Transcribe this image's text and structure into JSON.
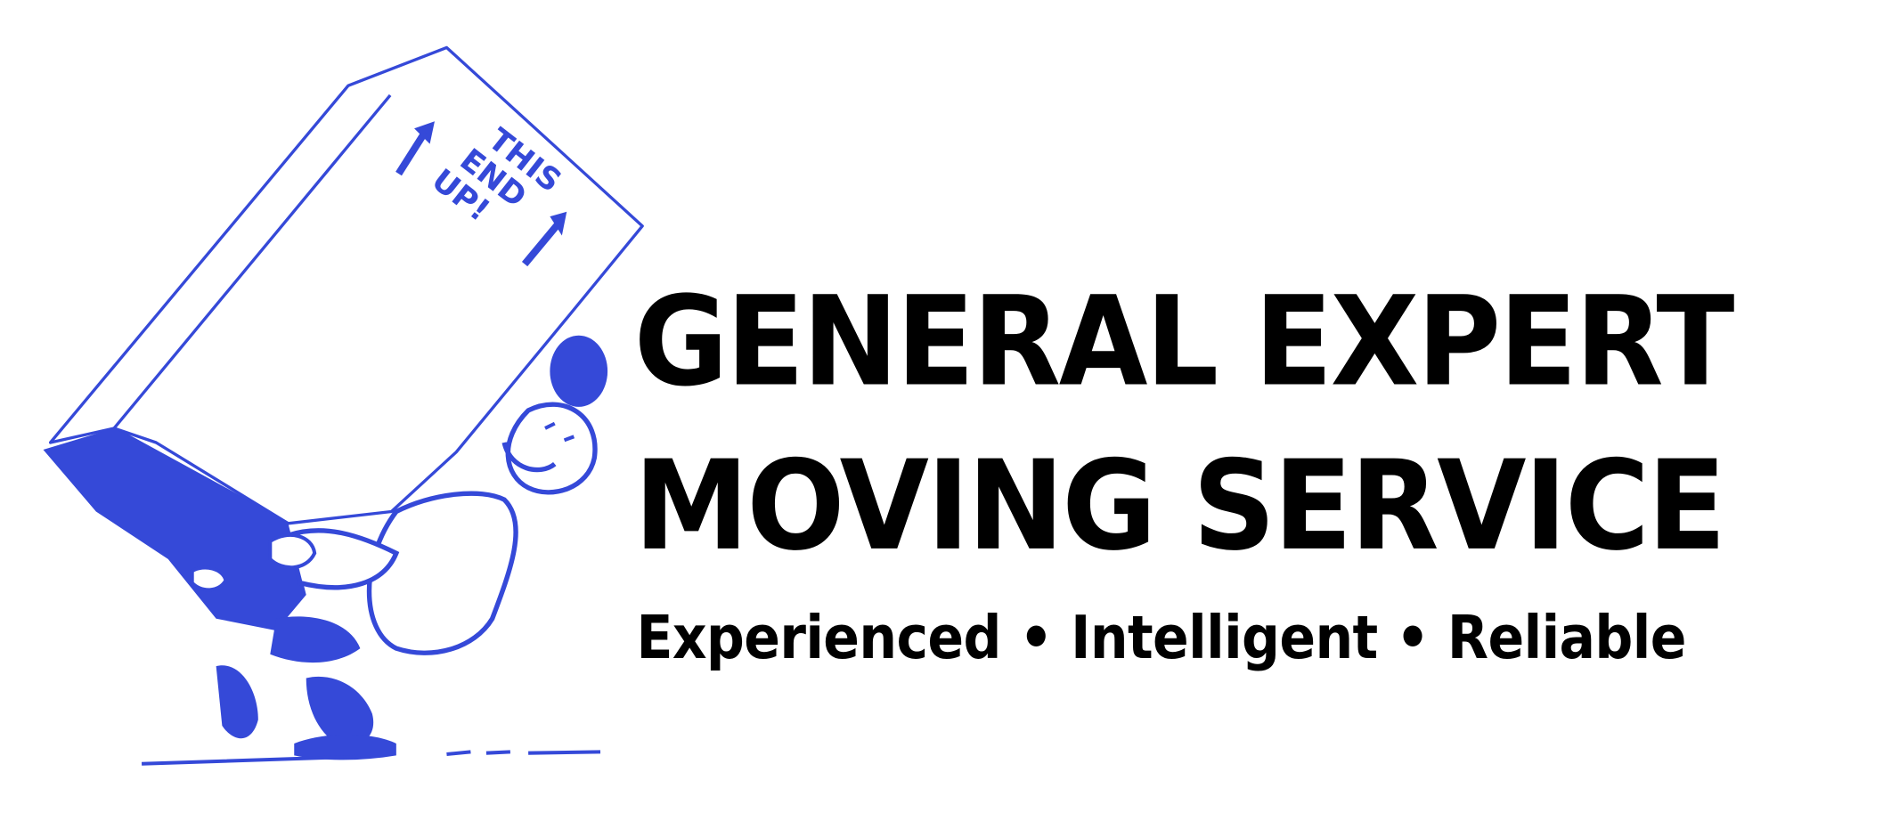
{
  "logo": {
    "company_line1": "GENERAL EXPERT",
    "company_line2": "MOVING SERVICE",
    "tagline": "Experienced • Intelligent • Reliable",
    "box_label_lines": [
      "THIS",
      "END",
      "UP!"
    ],
    "colors": {
      "illustration_blue": "#3549d8",
      "text": "#000000",
      "background": "#ffffff"
    }
  }
}
